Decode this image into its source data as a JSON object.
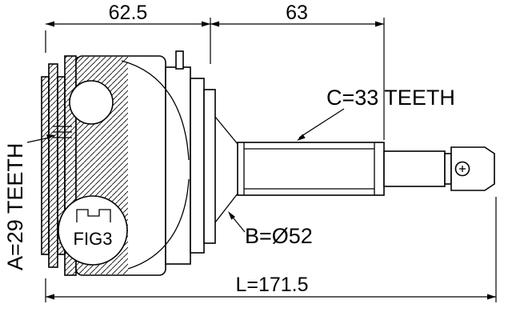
{
  "drawing": {
    "background": "#ffffff",
    "line_color": "#000000"
  },
  "dimensions": {
    "top_left_width": "62.5",
    "top_right_width": "63",
    "overall_length": "L=171.5"
  },
  "labels": {
    "c_teeth": "C=33 TEETH",
    "b_diameter": "B=Ø52",
    "a_teeth": "A=29 TEETH",
    "figure": "FIG3"
  }
}
